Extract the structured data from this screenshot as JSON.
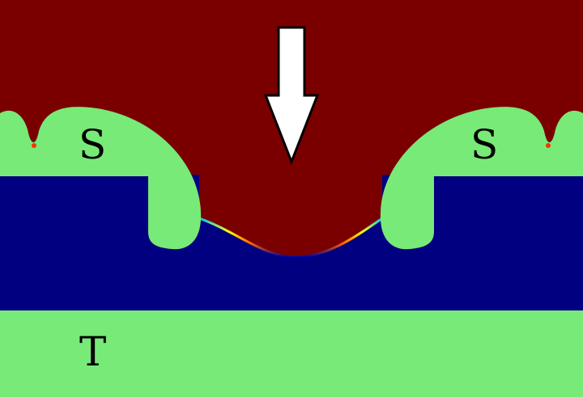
{
  "labels": {
    "left_s": "S",
    "right_s": "S",
    "bottom_t": "T"
  },
  "colors": {
    "upper_region": "#7a0000",
    "middle_layer": "#000080",
    "s_regions": "#78ea78",
    "t_region": "#78ea78",
    "arrow_fill": "#ffffff",
    "arrow_stroke": "#000000"
  },
  "icons": {
    "arrow": "down-arrow-icon"
  }
}
